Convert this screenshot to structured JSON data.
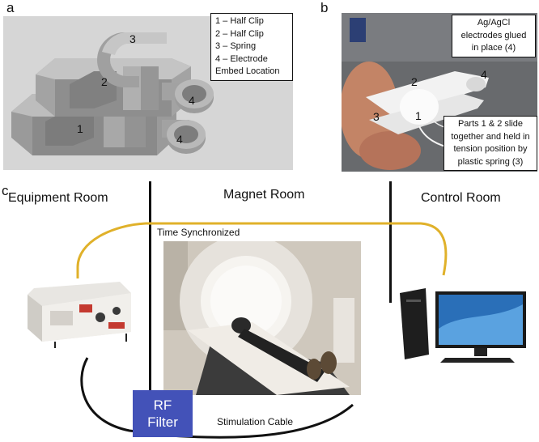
{
  "panel_a": {
    "letter": "a",
    "legend_lines": [
      "1 – Half Clip",
      "2 – Half Clip",
      "3 – Spring",
      "4 – Electrode",
      "Embed Location"
    ],
    "part_labels": [
      "1",
      "2",
      "3",
      "4",
      "4"
    ]
  },
  "panel_b": {
    "letter": "b",
    "note_top": "Ag/AgCl electrodes glued in place (4)",
    "note_bottom": "Parts 1 & 2 slide together and held in tension position by plastic spring (3)",
    "part_labels": [
      "1",
      "2",
      "3",
      "4"
    ]
  },
  "panel_c": {
    "letter": "c",
    "rooms": [
      "Equipment Room",
      "Magnet Room",
      "Control Room"
    ],
    "sync_label": "Time Synchronized",
    "rf_filter": [
      "RF",
      "Filter"
    ],
    "cable_label": "Stimulation Cable",
    "colors": {
      "sync_line": "#e0b12a",
      "cable": "#111111",
      "rf_filter": "#4352b8"
    }
  }
}
